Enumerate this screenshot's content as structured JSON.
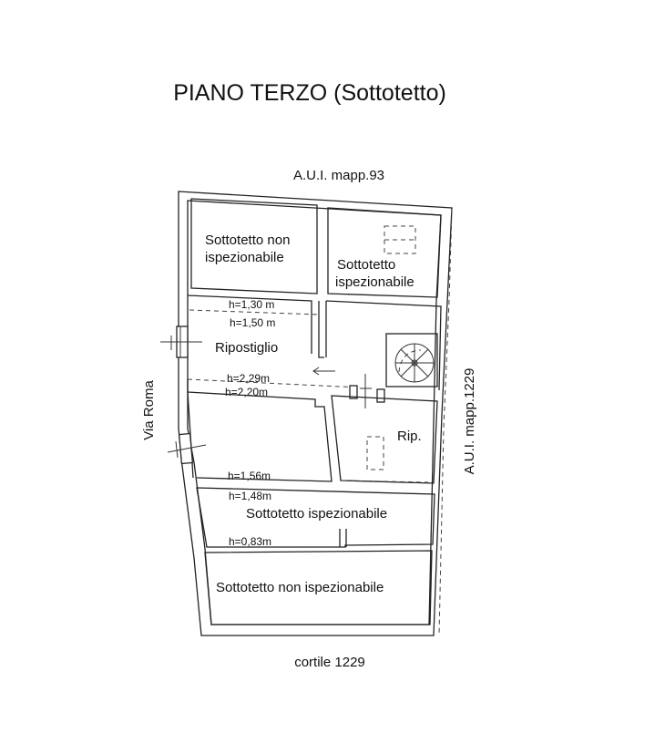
{
  "title": "PIANO TERZO (Sottotetto)",
  "boundaries": {
    "top": "A.U.I. mapp.93",
    "right": "A.U.I. mapp.1229",
    "left": "Via Roma",
    "bottom": "cortile 1229"
  },
  "rooms": {
    "nw_line1": "Sottotetto non",
    "nw_line2": "ispezionabile",
    "ne_line1": "Sottotetto",
    "ne_line2": "ispezionabile",
    "ripostiglio": "Ripostiglio",
    "rip": "Rip.",
    "middle_strip": "Sottotetto ispezionabile",
    "bottom_strip": "Sottotetto non ispezionabile"
  },
  "heights": {
    "h1": "h=1,30 m",
    "h2": "h=1,50 m",
    "h3": "h=2,29m",
    "h4": "h=2,20m",
    "h5": "h=1,56m",
    "h6": "h=1,48m",
    "h7": "h=0,83m"
  }
}
